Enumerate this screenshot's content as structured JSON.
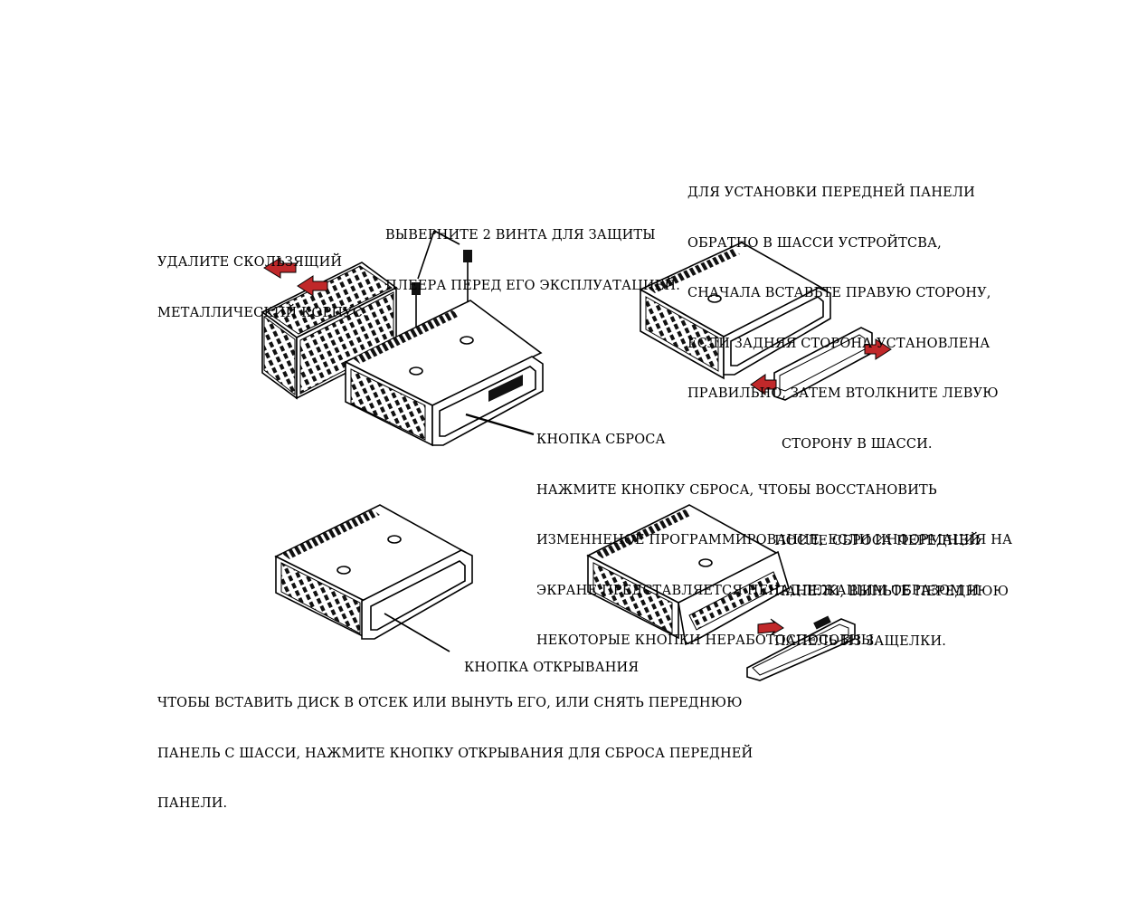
{
  "captions": {
    "remove_case": [
      "УДАЛИТЕ СКОЛЬЗЯЩИЙ",
      "МЕТАЛЛИЧЕСКИЙ КОРПУС."
    ],
    "screws": [
      "ВЫВЕРНИТЕ 2 ВИНТА ДЛЯ ЗАЩИТЫ",
      "ПЛЕЕРА ПЕРЕД ЕГО ЭКСПЛУАТАЦИЕЙ."
    ],
    "install_panel": [
      "ДЛЯ УСТАНОВКИ ПЕРЕДНЕЙ ПАНЕЛИ",
      "ОБРАТНО В ШАССИ УСТРОЙТСВА,",
      "СНАЧАЛА ВСТАВЬТЕ ПРАВУЮ СТОРОНУ,",
      "ЕСЛИ ЗАДНЯЯ СТОРОНА УСТАНОВЛЕНА",
      "ПРАВИЛЬНО, ЗАТЕМ ВТОЛКНИТЕ ЛЕВУЮ",
      "СТОРОНУ В ШАССИ."
    ],
    "reset": [
      "КНОПКА СБРОСА",
      "НАЖМИТЕ КНОПКУ СБРОСА, ЧТОБЫ ВОССТАНОВИТЬ",
      "ИЗМЕННЕНОЕ ПРОГРАММИРОВАНИЕ, ЕСЛИ ИНФОРМАЦИЯ НА",
      "ЭКРАНЕ ПРЕДСТАВЛЯЕТСЯ НЕНАДЛЕЖАЩИМ ОБРАЗОМ И",
      "НЕКОТОРЫЕ КНОПКИ НЕРАБОТОСПОСОБНЫ."
    ],
    "after_reset": [
      "ПОСЛЕ СБРОСА ПЕРЕДНЕЙ",
      "ПАНЕЛИ, ВЫНЬТЕ ПЕРЕДНЮЮ",
      "ПАНЕЛЬ ИЗ ЗАЩЕЛКИ."
    ],
    "open_button": [
      "КНОПКА ОТКРЫВАНИЯ"
    ],
    "insert_disc": [
      "ЧТОБЫ ВСТАВИТЬ ДИСК В ОТСЕК ИЛИ ВЫНУТЬ ЕГО, ИЛИ СНЯТЬ ПЕРЕДНЮЮ",
      "ПАНЕЛЬ С ШАССИ, НАЖМИТЕ КНОПКУ ОТКРЫВАНИЯ ДЛЯ СБРОСА ПЕРЕДНЕЙ",
      "ПАНЕЛИ."
    ]
  },
  "colors": {
    "arrow": "#c0282a",
    "ink": "#000000",
    "background": "#ffffff"
  }
}
